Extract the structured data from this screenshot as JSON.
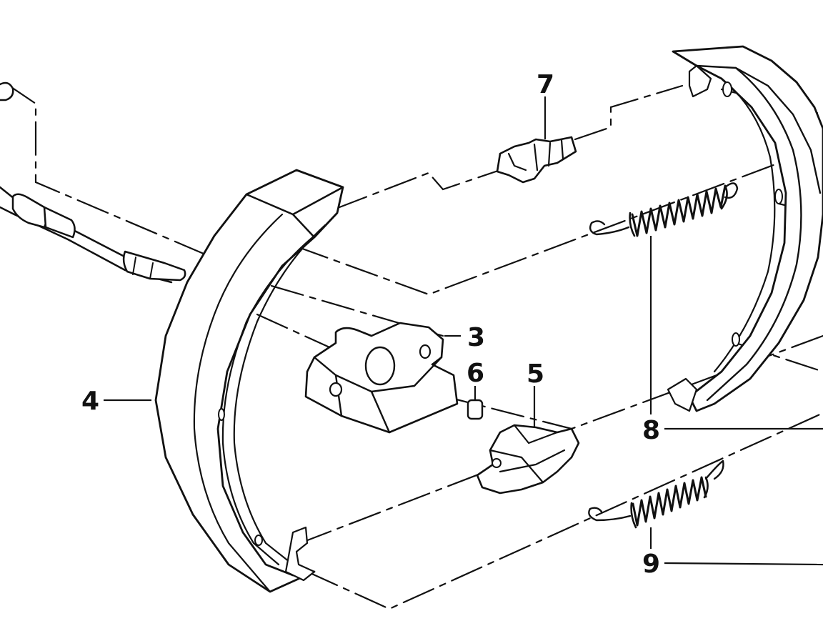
{
  "diagram": {
    "callouts": [
      {
        "id": "3",
        "text": "3"
      },
      {
        "id": "4",
        "text": "4"
      },
      {
        "id": "5",
        "text": "5"
      },
      {
        "id": "6",
        "text": "6"
      },
      {
        "id": "7",
        "text": "7"
      },
      {
        "id": "8",
        "text": "8"
      },
      {
        "id": "9",
        "text": "9"
      }
    ]
  }
}
